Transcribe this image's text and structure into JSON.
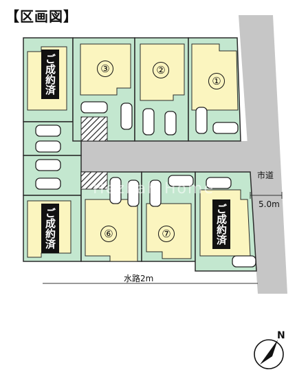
{
  "title": "【区画図】",
  "lots": [
    {
      "id": "sold-nw",
      "status": "ご成約済"
    },
    {
      "id": "lot-3",
      "number": "③"
    },
    {
      "id": "lot-2",
      "number": "②"
    },
    {
      "id": "lot-1",
      "number": "①"
    },
    {
      "id": "sold-sw",
      "status": "ご成約済"
    },
    {
      "id": "lot-6",
      "number": "⑥"
    },
    {
      "id": "lot-7",
      "number": "⑦"
    },
    {
      "id": "sold-se",
      "status": "ご成約済"
    }
  ],
  "road": {
    "name": "市道",
    "width": "5.0m"
  },
  "waterway": "水路2m",
  "north": "N",
  "watermark": "Hezbah Home",
  "colors": {
    "lot": "#c3e7cf",
    "building": "#fbf5bf",
    "road": "#c6c6c6",
    "outline": "#2a2a2a"
  }
}
